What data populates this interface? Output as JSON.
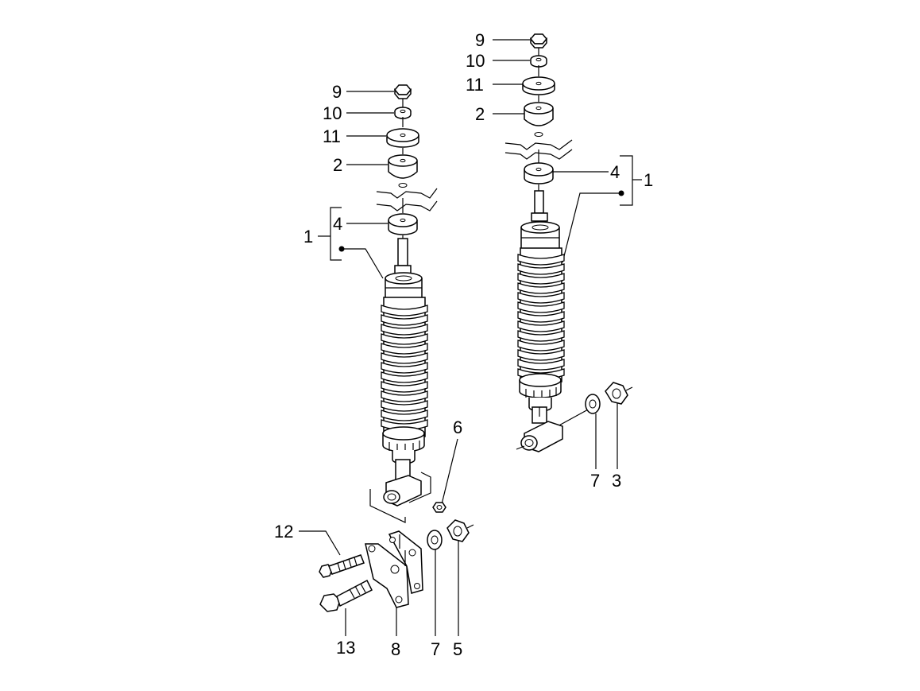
{
  "labels": {
    "left_9": "9",
    "left_10": "10",
    "left_11": "11",
    "left_2": "2",
    "left_4": "4",
    "left_1": "1",
    "left_6": "6",
    "left_12": "12",
    "left_13": "13",
    "left_8": "8",
    "left_7": "7",
    "left_5": "5",
    "right_9": "9",
    "right_10": "10",
    "right_11": "11",
    "right_2": "2",
    "right_4": "4",
    "right_1": "1",
    "right_7": "7",
    "right_3": "3"
  }
}
